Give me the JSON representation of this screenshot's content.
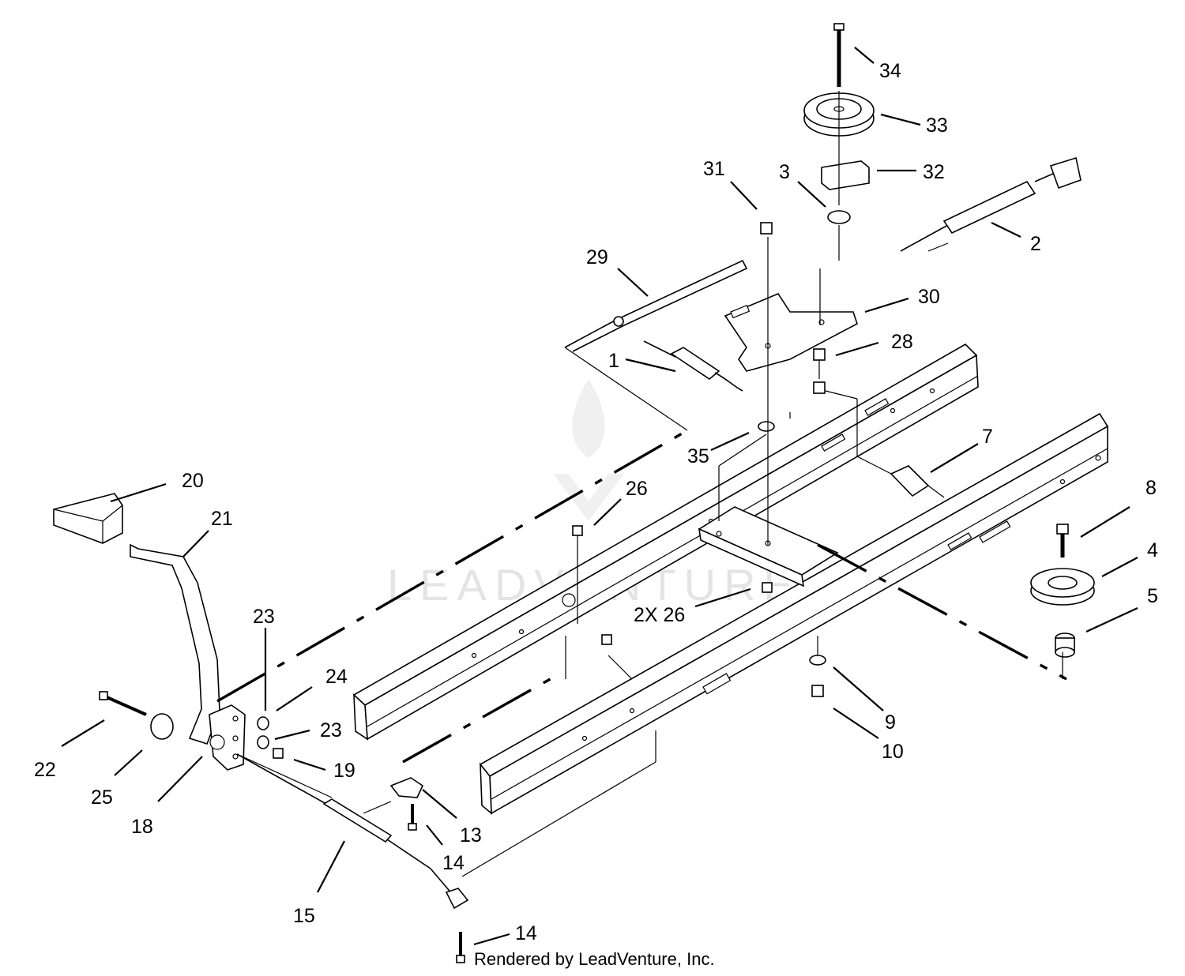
{
  "diagram": {
    "callouts": [
      {
        "label": "34"
      },
      {
        "label": "33"
      },
      {
        "label": "32"
      },
      {
        "label": "31"
      },
      {
        "label": "3"
      },
      {
        "label": "2"
      },
      {
        "label": "29"
      },
      {
        "label": "30"
      },
      {
        "label": "28"
      },
      {
        "label": "1"
      },
      {
        "label": "7"
      },
      {
        "label": "35"
      },
      {
        "label": "20"
      },
      {
        "label": "26"
      },
      {
        "label": "21"
      },
      {
        "label": "8"
      },
      {
        "label": "4"
      },
      {
        "label": "5"
      },
      {
        "label": "2X 26"
      },
      {
        "label": "23"
      },
      {
        "label": "24"
      },
      {
        "label": "23"
      },
      {
        "label": "19"
      },
      {
        "label": "9"
      },
      {
        "label": "10"
      },
      {
        "label": "22"
      },
      {
        "label": "25"
      },
      {
        "label": "18"
      },
      {
        "label": "13"
      },
      {
        "label": "14"
      },
      {
        "label": "15"
      },
      {
        "label": "14"
      }
    ],
    "credit": "Rendered by LeadVenture, Inc.",
    "watermark": "LEADVENTURE"
  }
}
